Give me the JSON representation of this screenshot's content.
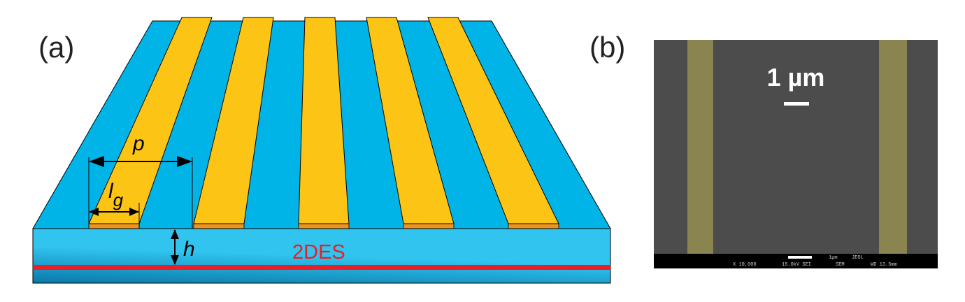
{
  "panel_a": {
    "label": "(a)",
    "dim_p": "p",
    "dim_lg_main": "l",
    "dim_lg_sub": "g",
    "dim_h": "h",
    "layer_label": "2DES",
    "stripe_count": 5
  },
  "panel_b": {
    "label": "(b)",
    "scale_label": "1 µm",
    "info_bar": {
      "scale": "1µm",
      "brand": "JEOL",
      "magnification": "X 10,000",
      "voltage": "15.0kV SEI",
      "mode": "SEM",
      "wd": "WD 13.5mm"
    }
  },
  "colors": {
    "substrate": "#00b4e8",
    "substrate_front": "#30c4ee",
    "gold": "#fcc414",
    "gold_edge": "#f0921c",
    "channel": "#ee1c24",
    "sem_bg": "#4c4c4c",
    "sem_stripe": "#8a8450"
  }
}
